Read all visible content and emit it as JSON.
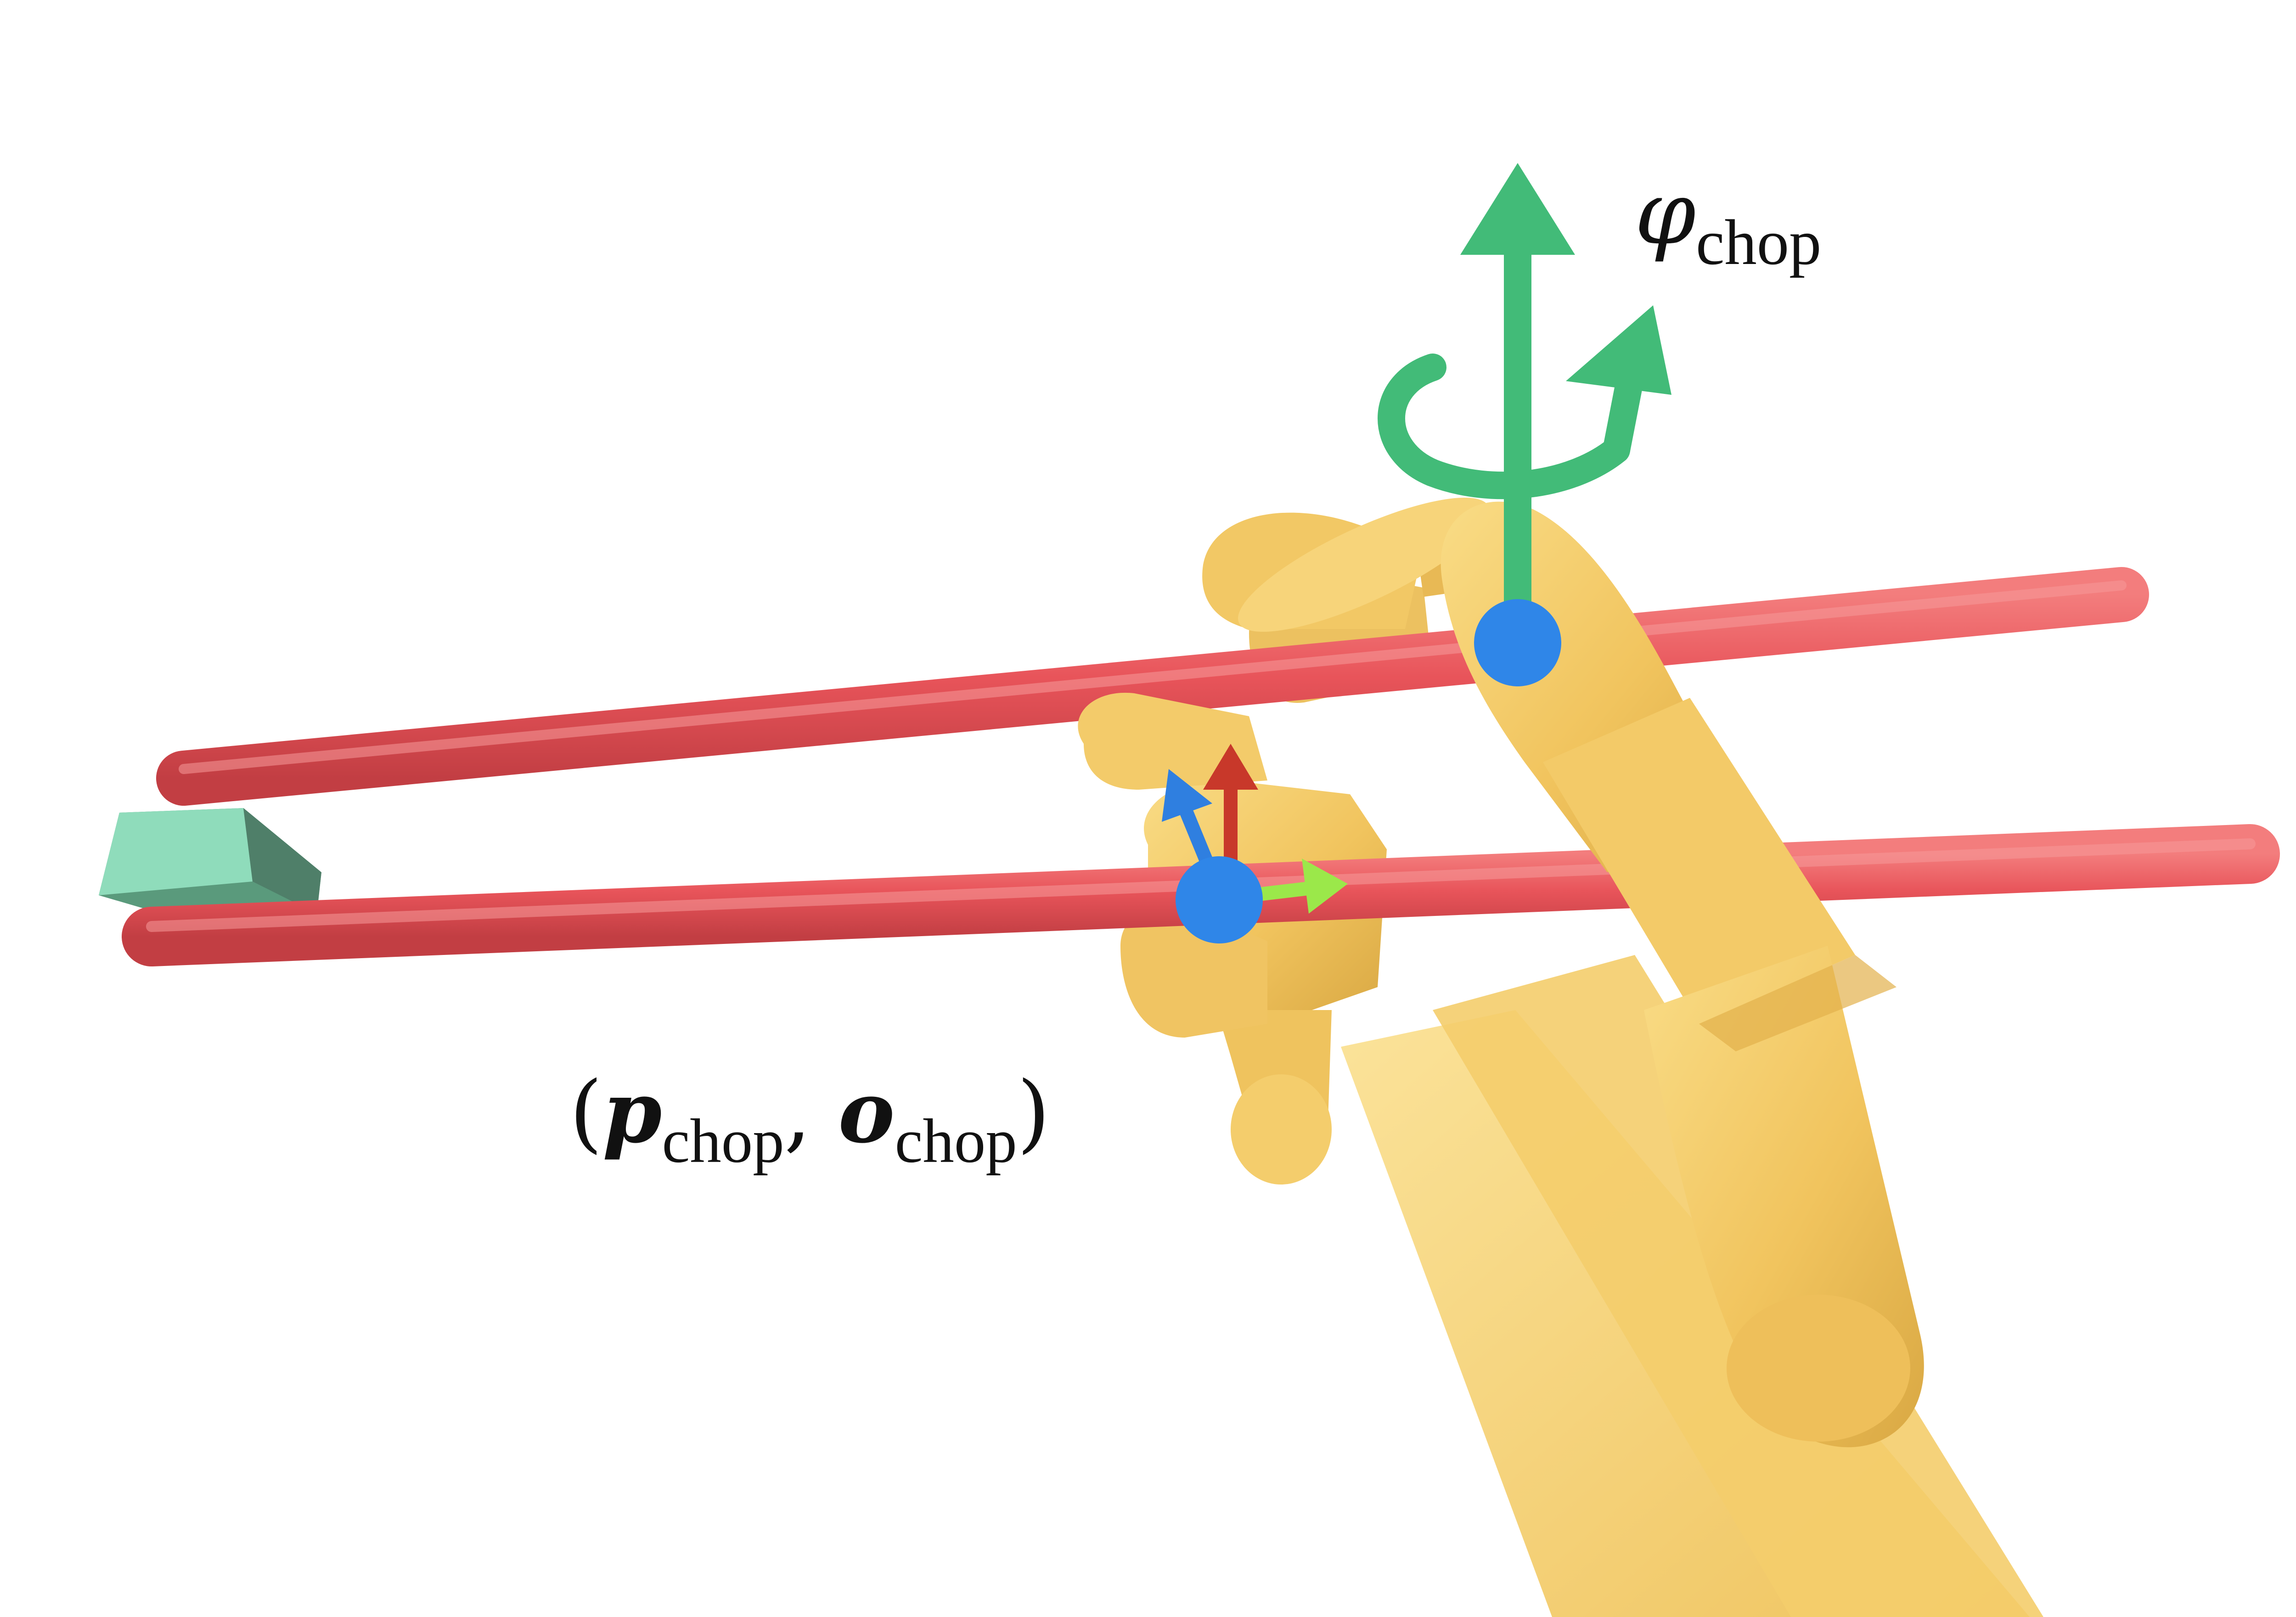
{
  "labels": {
    "rotation_symbol": "φ",
    "rotation_subscript": "chop",
    "pose_open": "(",
    "pose_p": "p",
    "pose_p_subscript": "chop",
    "pose_sep": ", ",
    "pose_o": "o",
    "pose_o_subscript": "chop",
    "pose_close": ")"
  },
  "colors": {
    "chopstick": "#e8545a",
    "hand": "#f2c865",
    "block": "#8fdcbb",
    "rotation_arrow": "#42bb78",
    "marker_dot": "#2f86e8",
    "frame_x": "#9be84a",
    "frame_y": "#c8382a",
    "frame_z": "#2f7fe0"
  }
}
